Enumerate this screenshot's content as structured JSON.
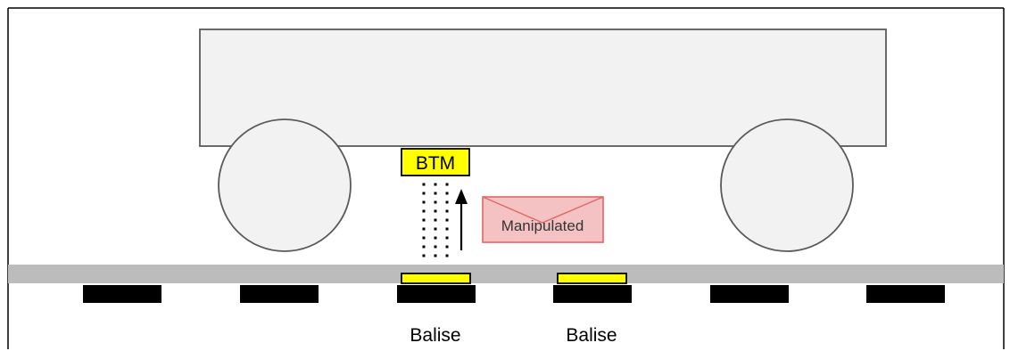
{
  "diagram": {
    "btm_label": "BTM",
    "message_label": "Manipulated",
    "balise_labels": [
      "Balise",
      "Balise"
    ]
  },
  "colors": {
    "frame": "#000000",
    "train_fill": "#f2f2f2",
    "train_stroke": "#5a5a5a",
    "rail": "#bcbcbc",
    "sleeper": "#000000",
    "balise_fill": "#ffff00",
    "envelope_fill": "#f4c2c2",
    "envelope_stroke": "#e06666"
  },
  "icons": {
    "envelope": "envelope-icon",
    "arrow": "arrow-up-icon"
  }
}
